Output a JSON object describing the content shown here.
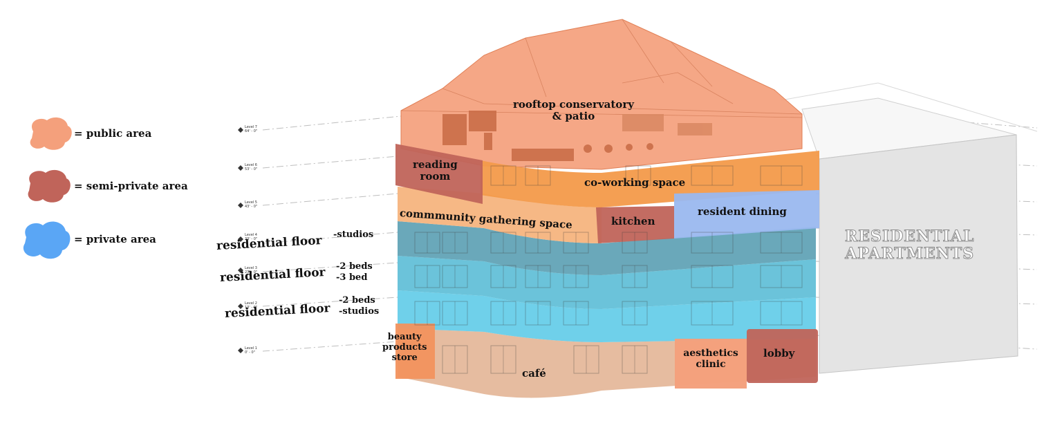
{
  "legend": [
    {
      "label": "= public area",
      "color": "#f4a07c"
    },
    {
      "label": "= semi-private area",
      "color": "#c0645a"
    },
    {
      "label": "= private area",
      "color": "#5aa6f5"
    }
  ],
  "levels": [
    {
      "name": "Level 7",
      "elev": "64' - 0\""
    },
    {
      "name": "Level 6",
      "elev": "53' - 0\""
    },
    {
      "name": "Level 5",
      "elev": "43' - 0\""
    },
    {
      "name": "Level 4",
      "elev": "33' - 0\""
    },
    {
      "name": "Level 3",
      "elev": "23' - 0\""
    },
    {
      "name": "Level 2",
      "elev": "13' - 0\""
    },
    {
      "name": "Level 1",
      "elev": "0' - 0\""
    }
  ],
  "residential_floors": [
    {
      "label": "residential floor",
      "units": [
        "-studios"
      ]
    },
    {
      "label": "residential floor",
      "units": [
        "-2 beds",
        "-3 bed"
      ]
    },
    {
      "label": "residential floor",
      "units": [
        "-2 beds",
        "-studios"
      ]
    }
  ],
  "spaces": {
    "rooftop_line1": "rooftop conservatory",
    "rooftop_line2": "& patio",
    "reading_line1": "reading",
    "reading_line2": "room",
    "coworking": "co-working space",
    "community": "commmunity gathering space",
    "kitchen": "kitchen",
    "dining": "resident dining",
    "beauty_line1": "beauty",
    "beauty_line2": "products",
    "beauty_line3": "store",
    "cafe": "café",
    "aesthetics_line1": "aesthetics",
    "aesthetics_line2": "clinic",
    "lobby": "lobby"
  },
  "apartments": {
    "line1": "RESIDENTIAL",
    "line2": "APARTMENTS"
  },
  "colors": {
    "public": "#f4a07c",
    "semi_private": "#c0645a",
    "private": "#5aa6f5",
    "coworking": "#f39a4a",
    "community": "#f6b47e",
    "dining": "#9ab8ef",
    "res_floor_4": "#5a9fb3",
    "res_floor_3": "#5bbcd6",
    "res_floor_2": "#5fcbe8",
    "ground_tan": "#e3b596",
    "neighbor": "#e4e4e4"
  }
}
